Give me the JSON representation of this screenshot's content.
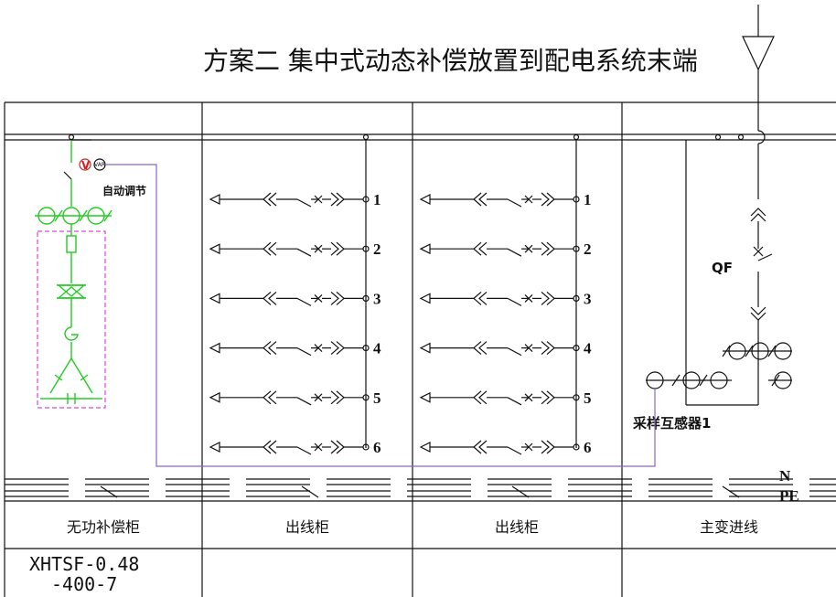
{
  "title": "方案二    集中式动态补偿放置到配电系统末端",
  "panels": [
    {
      "name": "无功补偿柜",
      "model_line1": "XHTSF-0.48",
      "model_line2": "-400-7"
    },
    {
      "name": "出线柜"
    },
    {
      "name": "出线柜"
    },
    {
      "name": "主变进线"
    }
  ],
  "feeder_numbers": [
    "1",
    "2",
    "3",
    "4",
    "5",
    "6"
  ],
  "labels": {
    "auto_adjust": "自动调节",
    "breaker": "QF",
    "sampling_ct": "采样互感器1",
    "n_bus": "N",
    "pe_bus": "PE",
    "meter_v": "V",
    "meter_var": "VAR"
  },
  "colors": {
    "line": "#111111",
    "compensation": "#22cc22",
    "enclosure": "#dd44dd",
    "signal": "#8866cc"
  }
}
